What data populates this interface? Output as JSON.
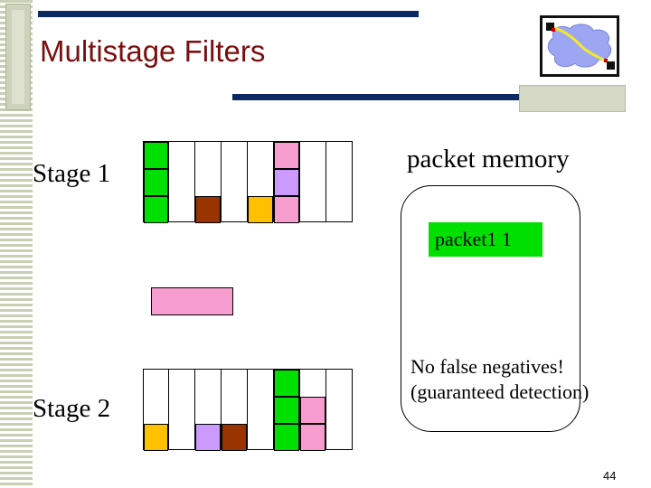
{
  "slide": {
    "title": "Multistage Filters",
    "page_number": "44"
  },
  "stage1": {
    "label": "Stage 1",
    "columns": [
      {
        "cells": [
          "#00e000",
          "#00e000",
          "#00e000"
        ]
      },
      {
        "cells": [
          null,
          null,
          null
        ]
      },
      {
        "cells": [
          null,
          null,
          "#993300"
        ]
      },
      {
        "cells": [
          null,
          null,
          null
        ]
      },
      {
        "cells": [
          null,
          null,
          "#ffc000"
        ]
      },
      {
        "cells": [
          "#f79ccf",
          "#cc99ff",
          "#f79ccf"
        ]
      },
      {
        "cells": [
          null,
          null,
          null
        ]
      },
      {
        "cells": [
          null,
          null,
          null
        ]
      }
    ]
  },
  "stage2": {
    "label": "Stage 2",
    "columns": [
      {
        "cells": [
          null,
          null,
          "#ffc000"
        ]
      },
      {
        "cells": [
          null,
          null,
          null
        ]
      },
      {
        "cells": [
          null,
          null,
          "#cc99ff"
        ]
      },
      {
        "cells": [
          null,
          null,
          "#993300"
        ]
      },
      {
        "cells": [
          null,
          null,
          null
        ]
      },
      {
        "cells": [
          "#00e000",
          "#00e000",
          "#00e000"
        ]
      },
      {
        "cells": [
          null,
          "#f79ccf",
          "#f79ccf"
        ]
      },
      {
        "cells": [
          null,
          null,
          null
        ]
      }
    ]
  },
  "incoming_packet_color": "#f79ccf",
  "memory": {
    "title": "packet memory",
    "entry": "packet1   1",
    "entry_color": "#00e000",
    "note_line1": "No false negatives!",
    "note_line2": "(guaranteed detection)"
  },
  "colors": {
    "title": "#7a0f0f",
    "accent_bar": "#0b2a63"
  }
}
